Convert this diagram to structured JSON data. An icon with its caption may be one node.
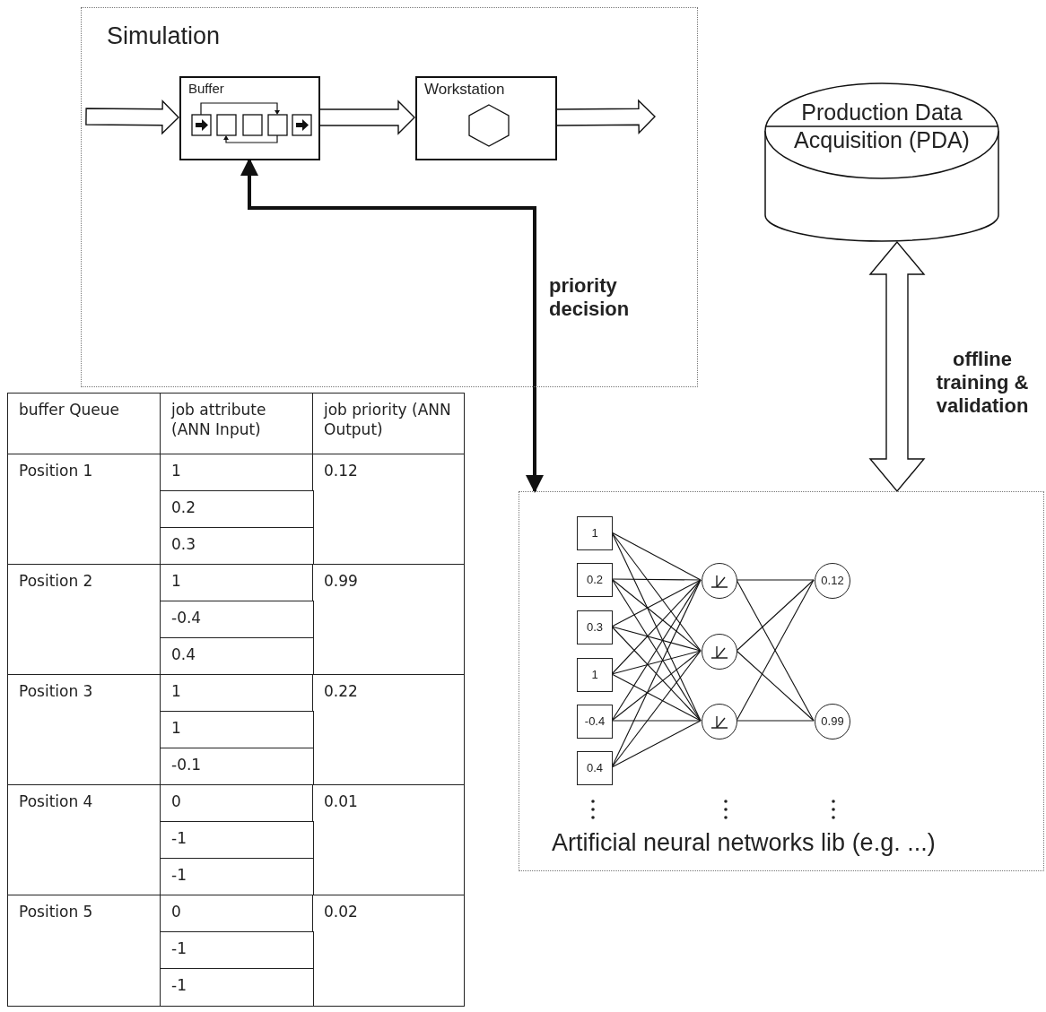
{
  "diagram": {
    "nodes": [
      {
        "text": [
          "Simulation"
        ]
      },
      {
        "text": [
          "Buffer"
        ],
        "in": 0
      },
      {
        "text": [
          "Workstation"
        ],
        "in": 0
      },
      {
        "text": [
          "Production Data Acquisition (PDA)"
        ]
      },
      {
        "text": [
          "Artificial neural networks lib (e.g. ...)"
        ]
      },
      {
        "text": [
          "1"
        ],
        "in": 4
      },
      {
        "text": [
          "0.2"
        ],
        "in": 4
      },
      {
        "text": [
          "0.3"
        ],
        "in": 4
      },
      {
        "text": [
          "1"
        ],
        "in": 4
      },
      {
        "text": [
          "-0.4"
        ],
        "in": 4
      },
      {
        "text": [
          "0.4"
        ],
        "in": 4
      },
      {
        "text": [],
        "shape": "circle",
        "in": 4
      },
      {
        "text": [],
        "shape": "circle",
        "in": 4
      },
      {
        "text": [],
        "shape": "circle",
        "in": 4
      },
      {
        "text": [
          "0.12"
        ],
        "in": 4
      },
      {
        "text": [
          "0.99"
        ],
        "in": 4
      }
    ],
    "edges": [
      {
        "from": null,
        "to": 1,
        "arrow": "to"
      },
      {
        "from": 1,
        "to": 2,
        "arrow": "to"
      },
      {
        "from": 2,
        "to": null,
        "arrow": "to"
      },
      {
        "from": 1,
        "to": 4,
        "arrow": "both",
        "style": "thick",
        "label": "priority decision"
      },
      {
        "from": 3,
        "to": 4,
        "arrow": "both",
        "label": "offline training & validation"
      },
      {
        "from": 5,
        "to": 11,
        "arrow": "none"
      },
      {
        "from": 5,
        "to": 12,
        "arrow": "none"
      },
      {
        "from": 5,
        "to": 13,
        "arrow": "none"
      },
      {
        "from": 6,
        "to": 11,
        "arrow": "none"
      },
      {
        "from": 6,
        "to": 12,
        "arrow": "none"
      },
      {
        "from": 6,
        "to": 13,
        "arrow": "none"
      },
      {
        "from": 7,
        "to": 11,
        "arrow": "none"
      },
      {
        "from": 7,
        "to": 12,
        "arrow": "none"
      },
      {
        "from": 7,
        "to": 13,
        "arrow": "none"
      },
      {
        "from": 8,
        "to": 11,
        "arrow": "none"
      },
      {
        "from": 8,
        "to": 12,
        "arrow": "none"
      },
      {
        "from": 8,
        "to": 13,
        "arrow": "none"
      },
      {
        "from": 9,
        "to": 11,
        "arrow": "none"
      },
      {
        "from": 9,
        "to": 12,
        "arrow": "none"
      },
      {
        "from": 9,
        "to": 13,
        "arrow": "none"
      },
      {
        "from": 10,
        "to": 11,
        "arrow": "none"
      },
      {
        "from": 10,
        "to": 12,
        "arrow": "none"
      },
      {
        "from": 10,
        "to": 13,
        "arrow": "none"
      },
      {
        "from": 11,
        "to": 14,
        "arrow": "none"
      },
      {
        "from": 11,
        "to": 15,
        "arrow": "none"
      },
      {
        "from": 12,
        "to": 14,
        "arrow": "none"
      },
      {
        "from": 12,
        "to": 15,
        "arrow": "none"
      },
      {
        "from": 13,
        "to": 14,
        "arrow": "none"
      },
      {
        "from": 13,
        "to": 15,
        "arrow": "none"
      }
    ],
    "labels": [
      "buffer Queue",
      "job attribute (ANN Input)",
      "job priority (ANN Output)",
      "Position 1",
      "1",
      "0.12",
      "0.2",
      "0.3",
      "Position 2",
      "1",
      "0.99",
      "-0.4",
      "0.4",
      "Position 3",
      "1",
      "0.22",
      "1",
      "-0.1",
      "Position 4",
      "0",
      "0.01",
      "-1",
      "-1",
      "Position 5",
      "0",
      "0.02",
      "-1",
      "-1"
    ]
  }
}
